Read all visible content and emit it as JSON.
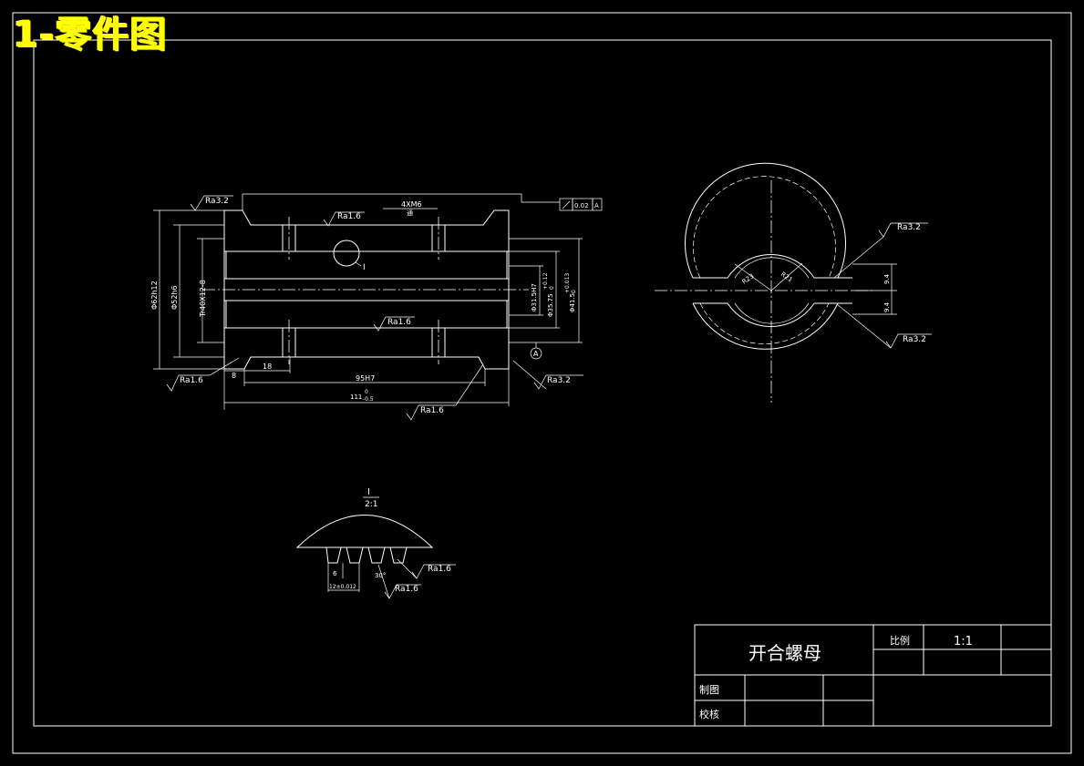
{
  "sheet_title": "1-零件图",
  "main_view": {
    "surface_finish": [
      "Ra3.2",
      "Ra1.6",
      "Ra1.6",
      "Ra1.6",
      "Ra3.2",
      "Ra1.6"
    ],
    "thread_callout_1": "4XM6",
    "thread_callout_2": "通",
    "tolerance_frame": {
      "value": "0.02",
      "datum": "A"
    },
    "dia_outer": "Φ62h12",
    "dia_shoulder": "Φ52h6",
    "thread_spec": "Tr40X12-8",
    "dia_bore_1": "Φ31.5H7",
    "dia_bore_2": "Φ35.75",
    "dia_bore_2_tol_upper": "+0.12",
    "dia_bore_2_tol_lower": "0",
    "dia_bore_3": "Φ41.5",
    "dia_bore_3_tol_upper": "+0.013",
    "dia_bore_3_tol_lower": "0",
    "len_8": "8",
    "len_18": "18",
    "len_95": "95H7",
    "len_111": "111",
    "len_111_tol_upper": "0",
    "len_111_tol_lower": "-0.5",
    "detail_mark": "I",
    "datum_label": "A"
  },
  "side_view": {
    "surface_finish_top": "Ra3.2",
    "surface_finish_bottom": "Ra3.2",
    "radius_1": "R23",
    "radius_2": "R21",
    "dim_top": "9.4",
    "dim_bottom": "9.4"
  },
  "detail_view": {
    "label": "I",
    "scale": "2:1",
    "width_label": "6",
    "pitch_label": "12±0.012",
    "angle_label": "30°",
    "surface_finish_1": "Ra1.6",
    "surface_finish_2": "Ra1.6"
  },
  "title_block": {
    "part_name": "开合螺母",
    "scale_label": "比例",
    "scale_value": "1:1",
    "drawn_by_label": "制图",
    "checked_by_label": "校核"
  }
}
